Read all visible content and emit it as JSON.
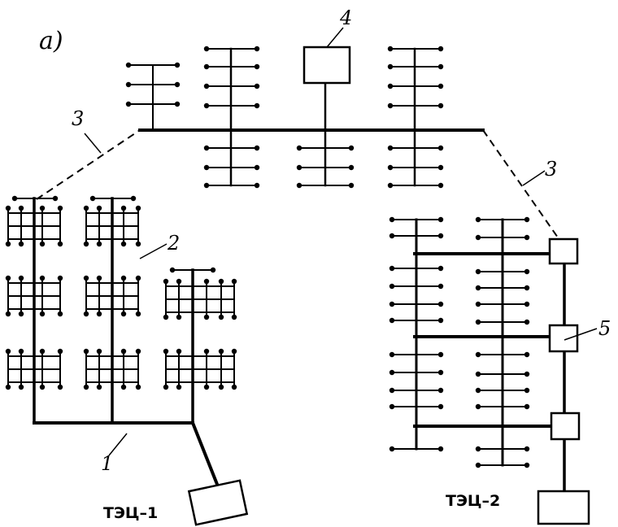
{
  "panel_label": "а)",
  "labels": {
    "main_line": "1",
    "distribution": "2",
    "link": "3",
    "peak_source": "4",
    "substation": "5"
  },
  "captions": {
    "chp1": "ТЭЦ–1",
    "chp2": "ТЭЦ–2"
  },
  "colors": {
    "line": "#000000",
    "background": "#ffffff"
  }
}
